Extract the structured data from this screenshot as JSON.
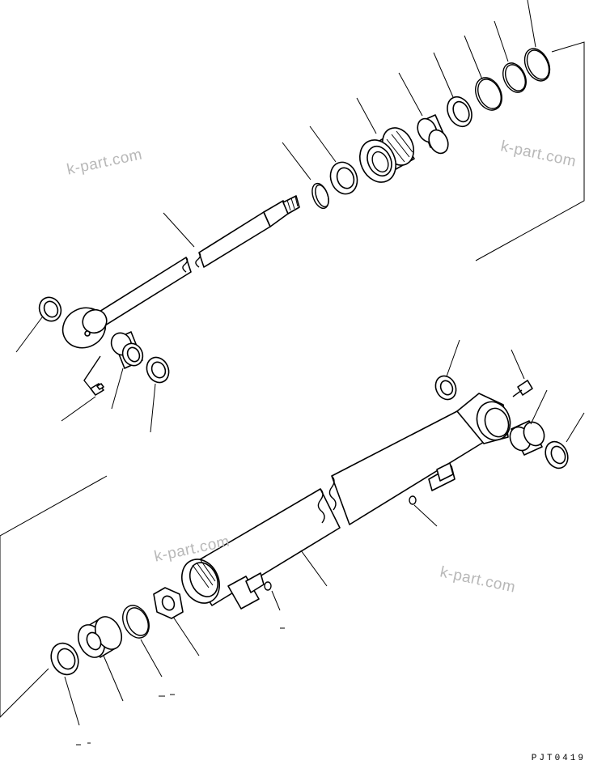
{
  "watermarks": [
    "k-part.com",
    "k-part.com",
    "k-part.com",
    "k-part.com"
  ],
  "drawing_code": "PJT0419"
}
